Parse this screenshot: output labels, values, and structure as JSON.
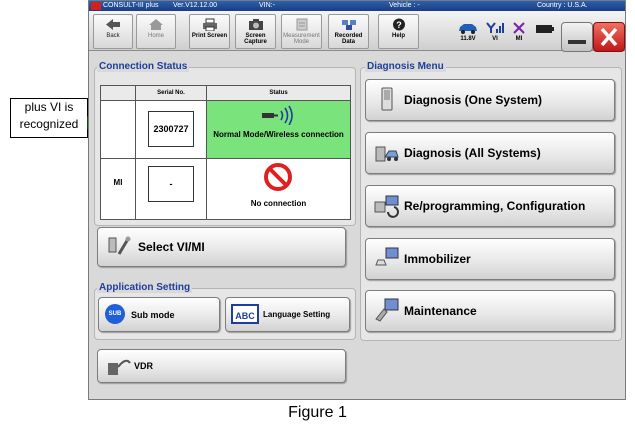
{
  "annotation": {
    "callout": "plus VI is recognized"
  },
  "titlebar": {
    "app": "CONSULT-III plus",
    "version": "Ver.V12.12.00",
    "vin": "VIN:-",
    "vehicle": "Vehicle : -",
    "country": "Country : U.S.A."
  },
  "toolbar": {
    "back": "Back",
    "home": "Home",
    "print_screen": "Print Screen",
    "screen_capture": "Screen Capture",
    "measurement_mode": "Measurement Mode",
    "recorded_data": "Recorded Data",
    "help": "Help",
    "battery_voltage": "11.8V",
    "vi_label": "VI",
    "mi_label": "MI"
  },
  "connection_status": {
    "title": "Connection Status",
    "col_serial": "Serial No.",
    "col_status": "Status",
    "vi": {
      "serial": "2300727",
      "status": "Normal Mode/Wireless connection"
    },
    "mi": {
      "row_label": "MI",
      "serial": "-",
      "status": "No connection"
    }
  },
  "select_vi_mi": "Select VI/MI",
  "application_setting": {
    "title": "Application Setting",
    "sub_mode": "Sub mode",
    "sub_icon_text": "SUB",
    "language_setting": "Language Setting",
    "abc_icon_text": "ABC"
  },
  "vdr": "VDR",
  "diagnosis_menu": {
    "title": "Diagnosis Menu",
    "one_system": "Diagnosis (One System)",
    "all_systems": "Diagnosis (All Systems)",
    "reprogramming": "Re/programming, Configuration",
    "immobilizer": "Immobilizer",
    "maintenance": "Maintenance"
  },
  "caption": "Figure 1",
  "colors": {
    "accent_blue": "#1f3d9a",
    "status_green": "#7be37b",
    "arrow_green": "#22cc22",
    "no_connection_red": "#e02020"
  }
}
